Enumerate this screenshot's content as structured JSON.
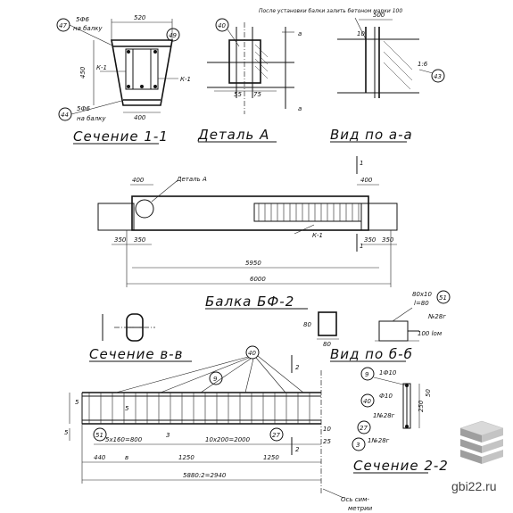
{
  "section_1_1": {
    "title": "Сечение 1-1",
    "top_bar": "5Ф6",
    "top_note": "на балку",
    "bottom_bar": "5Ф6",
    "bottom_note": "на балку",
    "width_top": "520",
    "width_bottom": "400",
    "height": "450",
    "mark_k1_left": "К-1",
    "mark_k1_right": "К-1",
    "pos_47": "47",
    "pos_49": "49",
    "pos_44": "44"
  },
  "detail_a": {
    "title": "Деталь А",
    "pos_40": "40",
    "dim_55": "55",
    "dim_75": "75",
    "section_mark": "а"
  },
  "view_a_a": {
    "title": "Вид по а-а",
    "note": "После установки балки залить бетоном марки 100",
    "dim_500": "500",
    "dim_10": "10",
    "slope": "1:6",
    "pos_43": "43"
  },
  "beam": {
    "title": "Балка БФ-2",
    "detail_label": "Деталь А",
    "dim_left_top": "400",
    "dim_right_top": "400",
    "dim_left_support": "350",
    "dim_right_support": "350",
    "dim_350_right": "350",
    "dim_inner": "5950",
    "dim_total": "6000",
    "mark_k1": "К-1",
    "section_mark": "1"
  },
  "section_b_b": {
    "title": "Сечение в-в"
  },
  "view_b_b": {
    "title": "Вид по б-б",
    "plate": "80х10",
    "plate_len": "l=80",
    "pos_51": "51",
    "dim_80h": "80",
    "dim_80w": "80",
    "n28": "№28г",
    "n28_note": "100 lом"
  },
  "cage": {
    "pos_40": "40",
    "pos_9": "9",
    "pos_51": "51",
    "pos_3": "3",
    "pos_27": "27",
    "pos_5": "5",
    "dim_left": "5",
    "dim_left_bot": "5",
    "dim_spacing_left": "5х160=800",
    "dim_spacing_right": "10х200=2000",
    "dim_440": "440",
    "dim_b": "в",
    "dim_1250a": "1250",
    "dim_1250b": "1250",
    "dim_total": "5880:2=2940",
    "axis_note": "Ось сим-\nметрии",
    "axis_line1": "Ось сим-",
    "axis_line2": "метрии",
    "section_2": "2",
    "dim_10": "10",
    "dim_25": "25"
  },
  "section_2_2": {
    "title": "Сечение 2-2",
    "pos_9": "9",
    "bar_9": "1Ф10",
    "pos_40": "40",
    "bar_40": "Ф10",
    "pos_27": "27",
    "bar_27": "1№28г",
    "pos_3": "3",
    "bar_3": "1№28г",
    "dim_250": "250",
    "dim_50": "50"
  },
  "watermark": {
    "text": "gbi22.ru"
  }
}
